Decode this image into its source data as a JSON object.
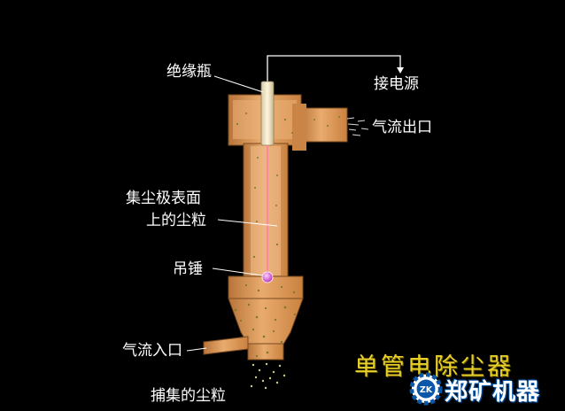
{
  "labels": {
    "insulator": "绝缘瓶",
    "power": "接电源",
    "gas_outlet": "气流出口",
    "collector_dust_1": "集尘极表面",
    "collector_dust_2": "上的尘粒",
    "weight": "吊锤",
    "gas_inlet": "气流入口",
    "captured_dust": "捕集的尘粒"
  },
  "title": "单管电除尘器",
  "watermark": {
    "text": "郑矿机器",
    "logo_letters": "ZK",
    "icon": "gear-logo-icon"
  },
  "colors": {
    "background": "#000000",
    "body": "#d9955a",
    "body_dark": "#a8662f",
    "dust": "#8a8a2a",
    "electrode": "#ff7fa0",
    "title": "#e8cf2a",
    "brand": "#0a56a8"
  }
}
